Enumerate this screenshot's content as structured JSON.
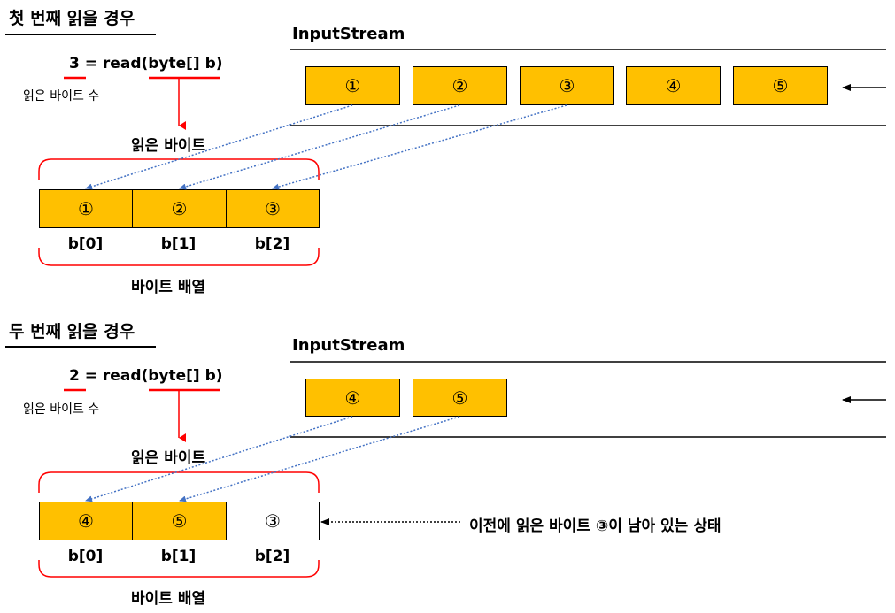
{
  "sections": [
    {
      "title": "첫 번째 읽을 경우",
      "stream_label": "InputStream",
      "formula_count": "3",
      "formula_rest": "= read(byte[] b)",
      "read_count_label": "읽은 바이트 수",
      "read_bytes_label": "읽은 바이트",
      "stream_bytes": [
        "①",
        "②",
        "③",
        "④",
        "⑤"
      ],
      "array_cells": [
        {
          "value": "①",
          "filled": true
        },
        {
          "value": "②",
          "filled": true
        },
        {
          "value": "③",
          "filled": true
        }
      ],
      "array_indices": [
        "b[0]",
        "b[1]",
        "b[2]"
      ],
      "array_label": "바이트 배열"
    },
    {
      "title": "두 번째 읽을 경우",
      "stream_label": "InputStream",
      "formula_count": "2",
      "formula_rest": "= read(byte[] b)",
      "read_count_label": "읽은 바이트 수",
      "read_bytes_label": "읽은 바이트",
      "stream_bytes": [
        "④",
        "⑤"
      ],
      "array_cells": [
        {
          "value": "④",
          "filled": true
        },
        {
          "value": "⑤",
          "filled": true
        },
        {
          "value": "③",
          "filled": false
        }
      ],
      "array_indices": [
        "b[0]",
        "b[1]",
        "b[2]"
      ],
      "array_label": "바이트 배열",
      "note": "이전에 읽은 바이트 ③이 남아 있는 상태"
    }
  ],
  "colors": {
    "byte_fill": "#ffc000",
    "highlight_red": "#ff0000",
    "dotted_arrow": "#4472c4"
  }
}
